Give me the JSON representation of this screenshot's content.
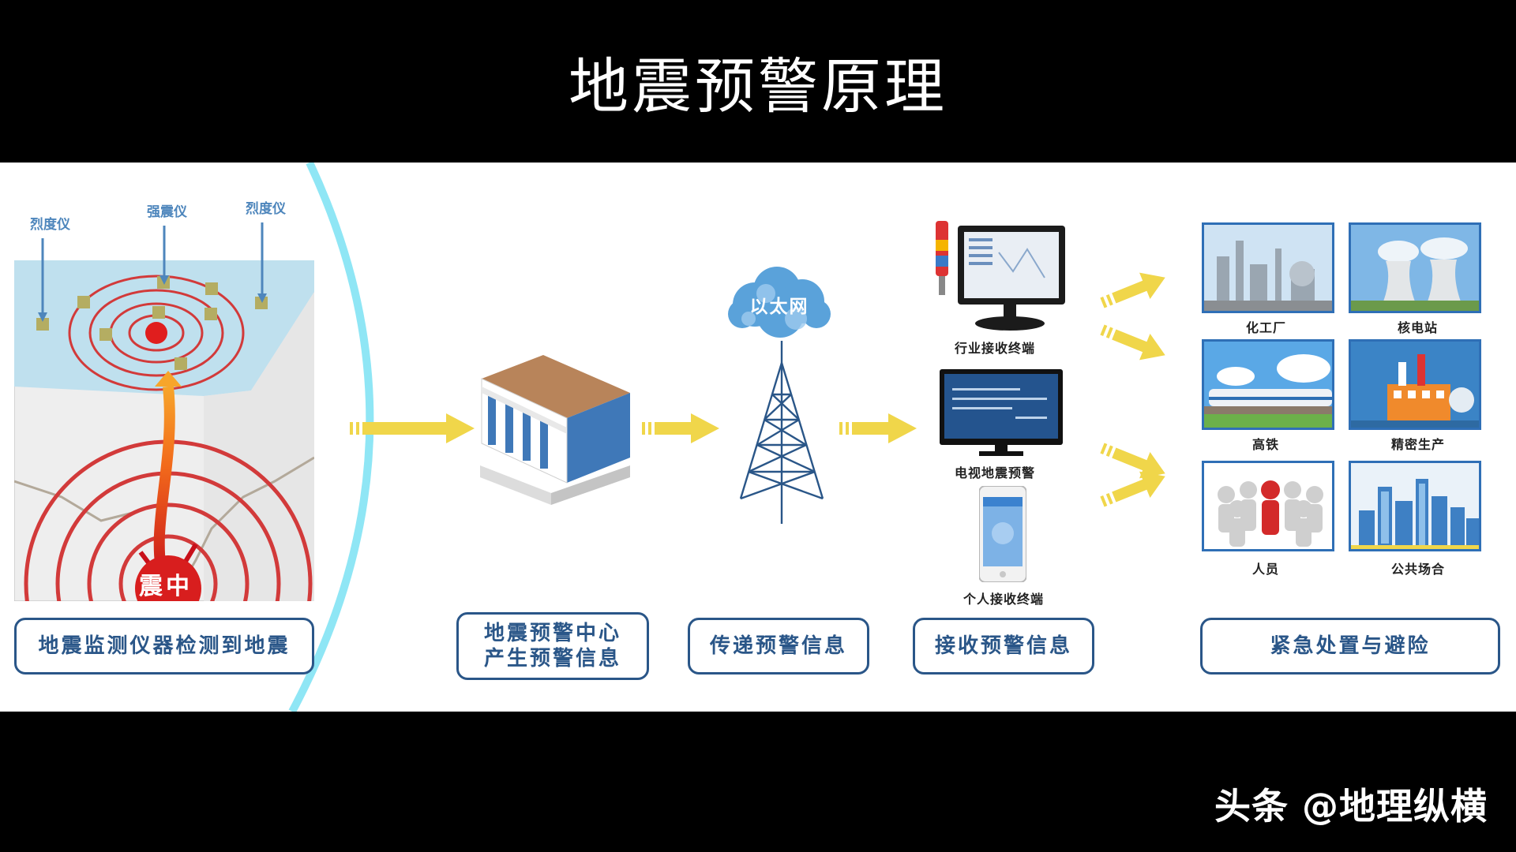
{
  "title": "地震预警原理",
  "stages": {
    "detect": "地震监测仪器检测到地震",
    "center_line1": "地震预警中心",
    "center_line2": "产生预警信息",
    "transmit": "传递预警信息",
    "receive": "接收预警信息",
    "respond": "紧急处置与避险"
  },
  "instruments": {
    "left": "烈度仪",
    "middle": "强震仪",
    "right": "烈度仪"
  },
  "epicenter": "震中",
  "network": "以太网",
  "receivers": {
    "industry": "行业接收终端",
    "tv": "电视地震预警",
    "personal": "个人接收终端"
  },
  "targets": [
    "化工厂",
    "核电站",
    "高铁",
    "精密生产",
    "人员",
    "公共场合"
  ],
  "watermark": "头条 @地理纵横",
  "colors": {
    "accent_blue": "#2a5688",
    "arrow_yellow": "#f0d64a",
    "wave_red": "#d23a3a",
    "arc_cyan": "#8fe6f5"
  }
}
